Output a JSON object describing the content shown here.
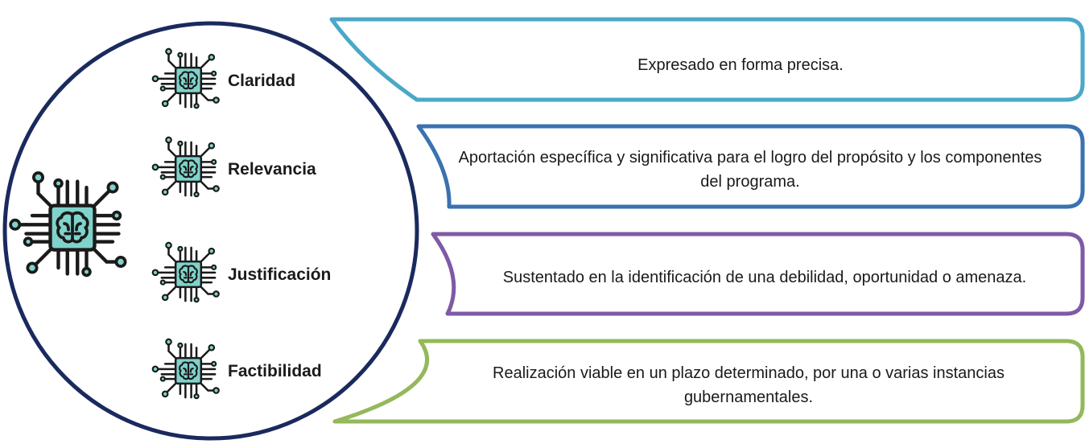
{
  "criteria": [
    {
      "label": "Claridad",
      "description": "Expresado en forma precisa.",
      "color": "#4aa8c8"
    },
    {
      "label": "Relevancia",
      "description": "Aportación específica y significativa para el logro del propósito y los componentes del programa.",
      "color": "#3a72b0"
    },
    {
      "label": "Justificación",
      "description": "Sustentado en la identificación de una debilidad, oportunidad o amenaza.",
      "color": "#7e5aa6"
    },
    {
      "label": "Factibilidad",
      "description": "Realización viable en un plazo determinado, por una o varias instancias gubernamentales.",
      "color": "#94b85a"
    }
  ],
  "colors": {
    "circle_stroke": "#1a2a5e",
    "chip_fill": "#7fd3cb",
    "chip_stroke": "#1a1a1a"
  },
  "icons": {
    "main": "brain-chip-icon",
    "item": "brain-chip-icon"
  }
}
